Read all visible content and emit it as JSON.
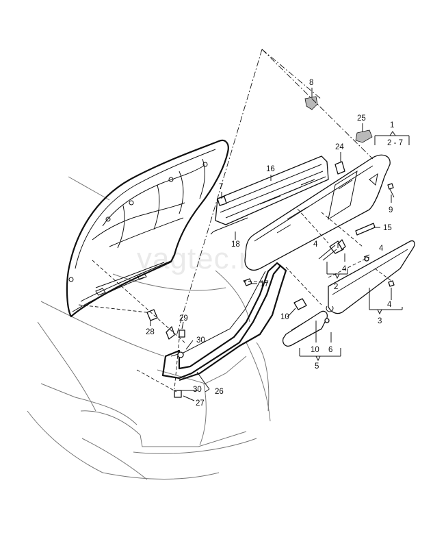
{
  "watermark": "vagtec.ru",
  "labels": {
    "l1": "1",
    "l2_7": "2 - 7",
    "l2": "2",
    "l3": "3",
    "l4a": "4",
    "l4b": "4",
    "l4c": "4",
    "l4d": "4",
    "l5": "5",
    "l6": "6",
    "l7": "7",
    "l8": "8",
    "l9": "9",
    "l10a": "10",
    "l10b": "10",
    "l15": "15",
    "l16": "16",
    "l17": "17",
    "l18": "18",
    "l24": "24",
    "l25": "25",
    "l26": "26",
    "l27": "27",
    "l28": "28",
    "l29": "29",
    "l30a": "30",
    "l30b": "30"
  }
}
